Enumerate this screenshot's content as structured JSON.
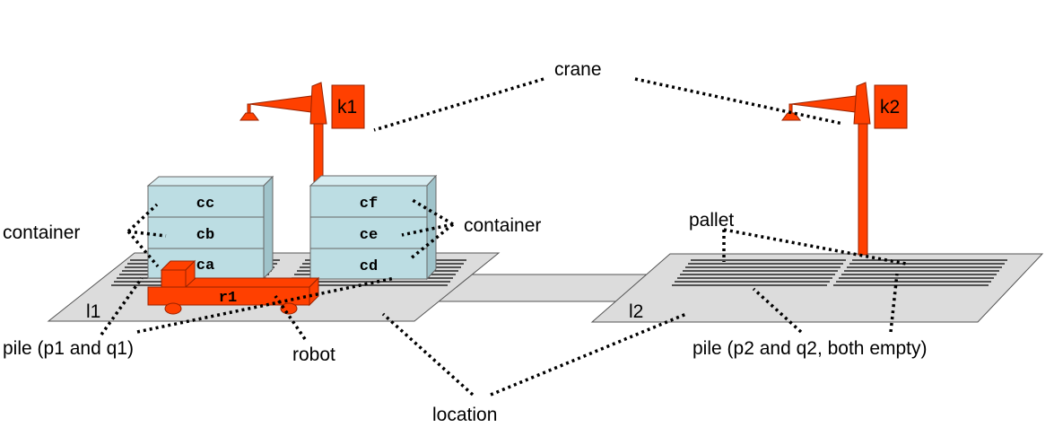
{
  "labels": {
    "crane": "crane",
    "container_left": "container",
    "container_right": "container",
    "pallet": "pallet",
    "pile_left": "pile (p1 and q1)",
    "robot": "robot",
    "pile_right": "pile (p2 and q2, both empty)",
    "location": "location"
  },
  "locations": {
    "l1": "l1",
    "l2": "l2"
  },
  "cranes": {
    "k1": "k1",
    "k2": "k2"
  },
  "robot_name": "r1",
  "containers_p1": [
    "cc",
    "cb",
    "ca"
  ],
  "containers_q1": [
    "cf",
    "ce",
    "cd"
  ],
  "colors": {
    "crane_robot": "#ff4000",
    "container": "#bcdde3",
    "location_floor": "#dcdcdc",
    "leader_lines": "#000000"
  }
}
